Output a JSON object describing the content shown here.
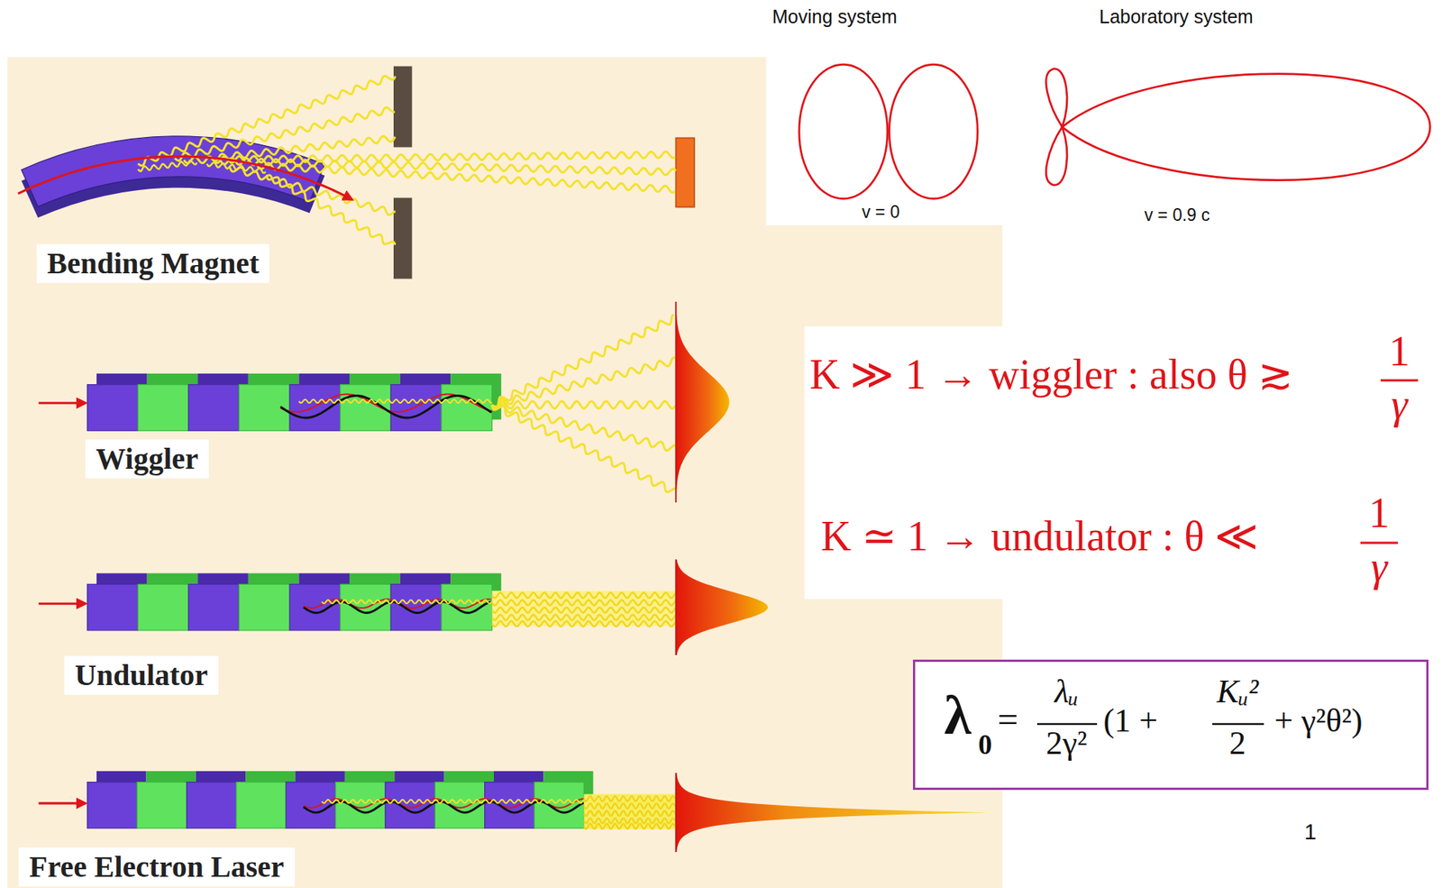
{
  "diagram": {
    "nodes": [
      {
        "text": [
          "Bending Magnet"
        ]
      },
      {
        "text": [
          "Wiggler"
        ]
      },
      {
        "text": [
          "Undulator"
        ]
      },
      {
        "text": [
          "Free Electron Laser"
        ]
      },
      {
        "text": [
          "λ",
          "0",
          "=",
          "λᵤ",
          "2γ²",
          "(1 +",
          "Kᵤ²",
          "2",
          "+ γ²θ²)"
        ]
      }
    ],
    "labels": [
      "Moving system",
      "Laboratory system",
      "v = 0",
      "v = 0.9 c",
      "K ≫ 1 → wiggler :  also θ ≳",
      "1",
      "γ",
      "K ≃ 1 → undulator :  θ ≪",
      "1",
      "γ",
      "1"
    ]
  }
}
